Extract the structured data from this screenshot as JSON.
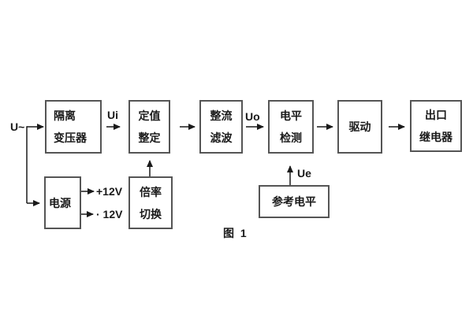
{
  "diagram": {
    "caption": "图 1",
    "labels": {
      "input": "U~",
      "ui": "Ui",
      "uo": "Uo",
      "ue": "Ue",
      "plus12v": "+12V",
      "minus12v": "· 12V"
    },
    "blocks": {
      "isolation": {
        "line1": "隔离",
        "line2": "变压器"
      },
      "setting": {
        "line1": "定值",
        "line2": "整定"
      },
      "rectifier": {
        "line1": "整流",
        "line2": "滤波"
      },
      "level": {
        "line1": "电平",
        "line2": "检测"
      },
      "drive": {
        "label": "驱动"
      },
      "relay": {
        "line1": "出口",
        "line2": "继电器"
      },
      "power": {
        "label": "电源"
      },
      "ratio": {
        "line1": "倍率",
        "line2": "切换"
      },
      "reference": {
        "label": "参考电平"
      }
    },
    "colors": {
      "background": "#ffffff",
      "box_border": "#555555",
      "line": "#1a1a1a",
      "text": "#1a1a1a"
    }
  }
}
